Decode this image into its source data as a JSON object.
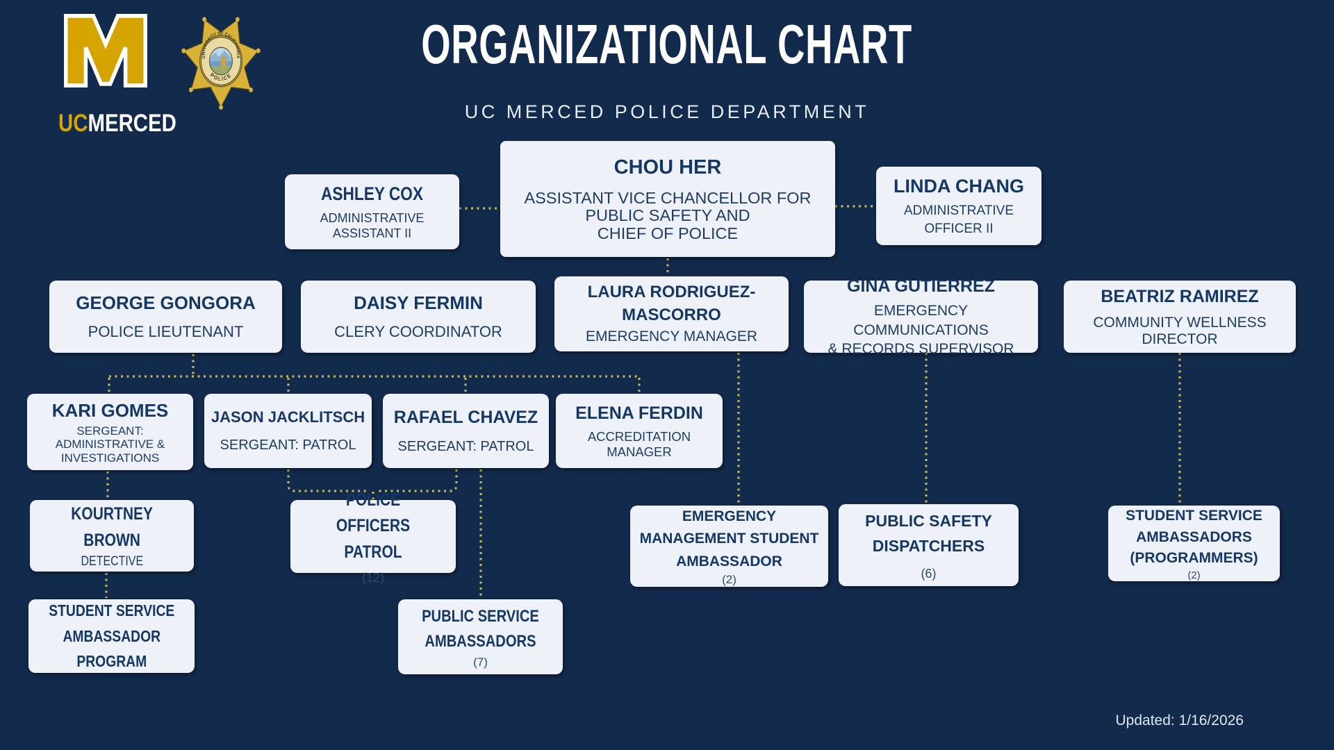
{
  "header": {
    "title": "ORGANIZATIONAL CHART",
    "subtitle": "UC MERCED POLICE DEPARTMENT",
    "logo": {
      "uc": "UC",
      "merced": "MERCED"
    },
    "badge": {
      "top_text": "UNIVERSITY OF CALIFORNIA",
      "bottom_text": "POLICE"
    }
  },
  "footer": {
    "updated": "Updated: 1/16/2026"
  },
  "colors": {
    "background": "#122a4c",
    "box_background": "#eef2f8",
    "name_text": "#153764",
    "connector_dots": "#c2b554",
    "brand_gold": "#d6a400",
    "badge_gold": "#d9b23a"
  },
  "chart": {
    "nodes": {
      "chou_her": {
        "name": "CHOU HER",
        "title": "ASSISTANT VICE CHANCELLOR FOR\nPUBLIC SAFETY AND\nCHIEF OF POLICE"
      },
      "ashley_cox": {
        "name": "ASHLEY COX",
        "title": "ADMINISTRATIVE\nASSISTANT II"
      },
      "linda_chang": {
        "name": "LINDA CHANG",
        "title": "ADMINISTRATIVE\nOFFICER II"
      },
      "george_gongora": {
        "name": "GEORGE GONGORA",
        "title": "POLICE LIEUTENANT"
      },
      "daisy_fermin": {
        "name": "DAISY FERMIN",
        "title": "CLERY COORDINATOR"
      },
      "laura_rodriguez_mascorro": {
        "name": "LAURA RODRIGUEZ-\nMASCORRO",
        "title": "EMERGENCY MANAGER"
      },
      "gina_gutierrez": {
        "name": "GINA GUTIERREZ",
        "title": "EMERGENCY COMMUNICATIONS\n& RECORDS SUPERVISOR"
      },
      "beatriz_ramirez": {
        "name": "BEATRIZ RAMIREZ",
        "title": "COMMUNITY WELLNESS\nDIRECTOR"
      },
      "kari_gomes": {
        "name": "KARI GOMES",
        "title": "SERGEANT:\nADMINISTRATIVE &\nINVESTIGATIONS"
      },
      "jason_jacklitsch": {
        "name": "JASON JACKLITSCH",
        "title": "SERGEANT: PATROL"
      },
      "rafael_chavez": {
        "name": "RAFAEL CHAVEZ",
        "title": "SERGEANT: PATROL"
      },
      "elena_ferdin": {
        "name": "ELENA FERDIN",
        "title": "ACCREDITATION\nMANAGER"
      },
      "kourtney_brown": {
        "name": "KOURTNEY\nBROWN",
        "title": "DETECTIVE"
      },
      "police_officers_patrol": {
        "name": "POLICE OFFICERS\nPATROL",
        "count": "(12)"
      },
      "emergency_mgmt_student_ambassador": {
        "name": "EMERGENCY\nMANAGEMENT STUDENT\nAMBASSADOR",
        "count": "(2)"
      },
      "public_safety_dispatchers": {
        "name": "PUBLIC SAFETY\nDISPATCHERS",
        "count": "(6)"
      },
      "student_service_ambassadors_programmers": {
        "name": "STUDENT SERVICE\nAMBASSADORS\n(PROGRAMMERS)",
        "count": "(2)"
      },
      "student_service_ambassador_program": {
        "name": "STUDENT SERVICE\nAMBASSADOR\nPROGRAM"
      },
      "public_service_ambassadors": {
        "name": "PUBLIC SERVICE\nAMBASSADORS",
        "count": "(7)"
      }
    }
  }
}
